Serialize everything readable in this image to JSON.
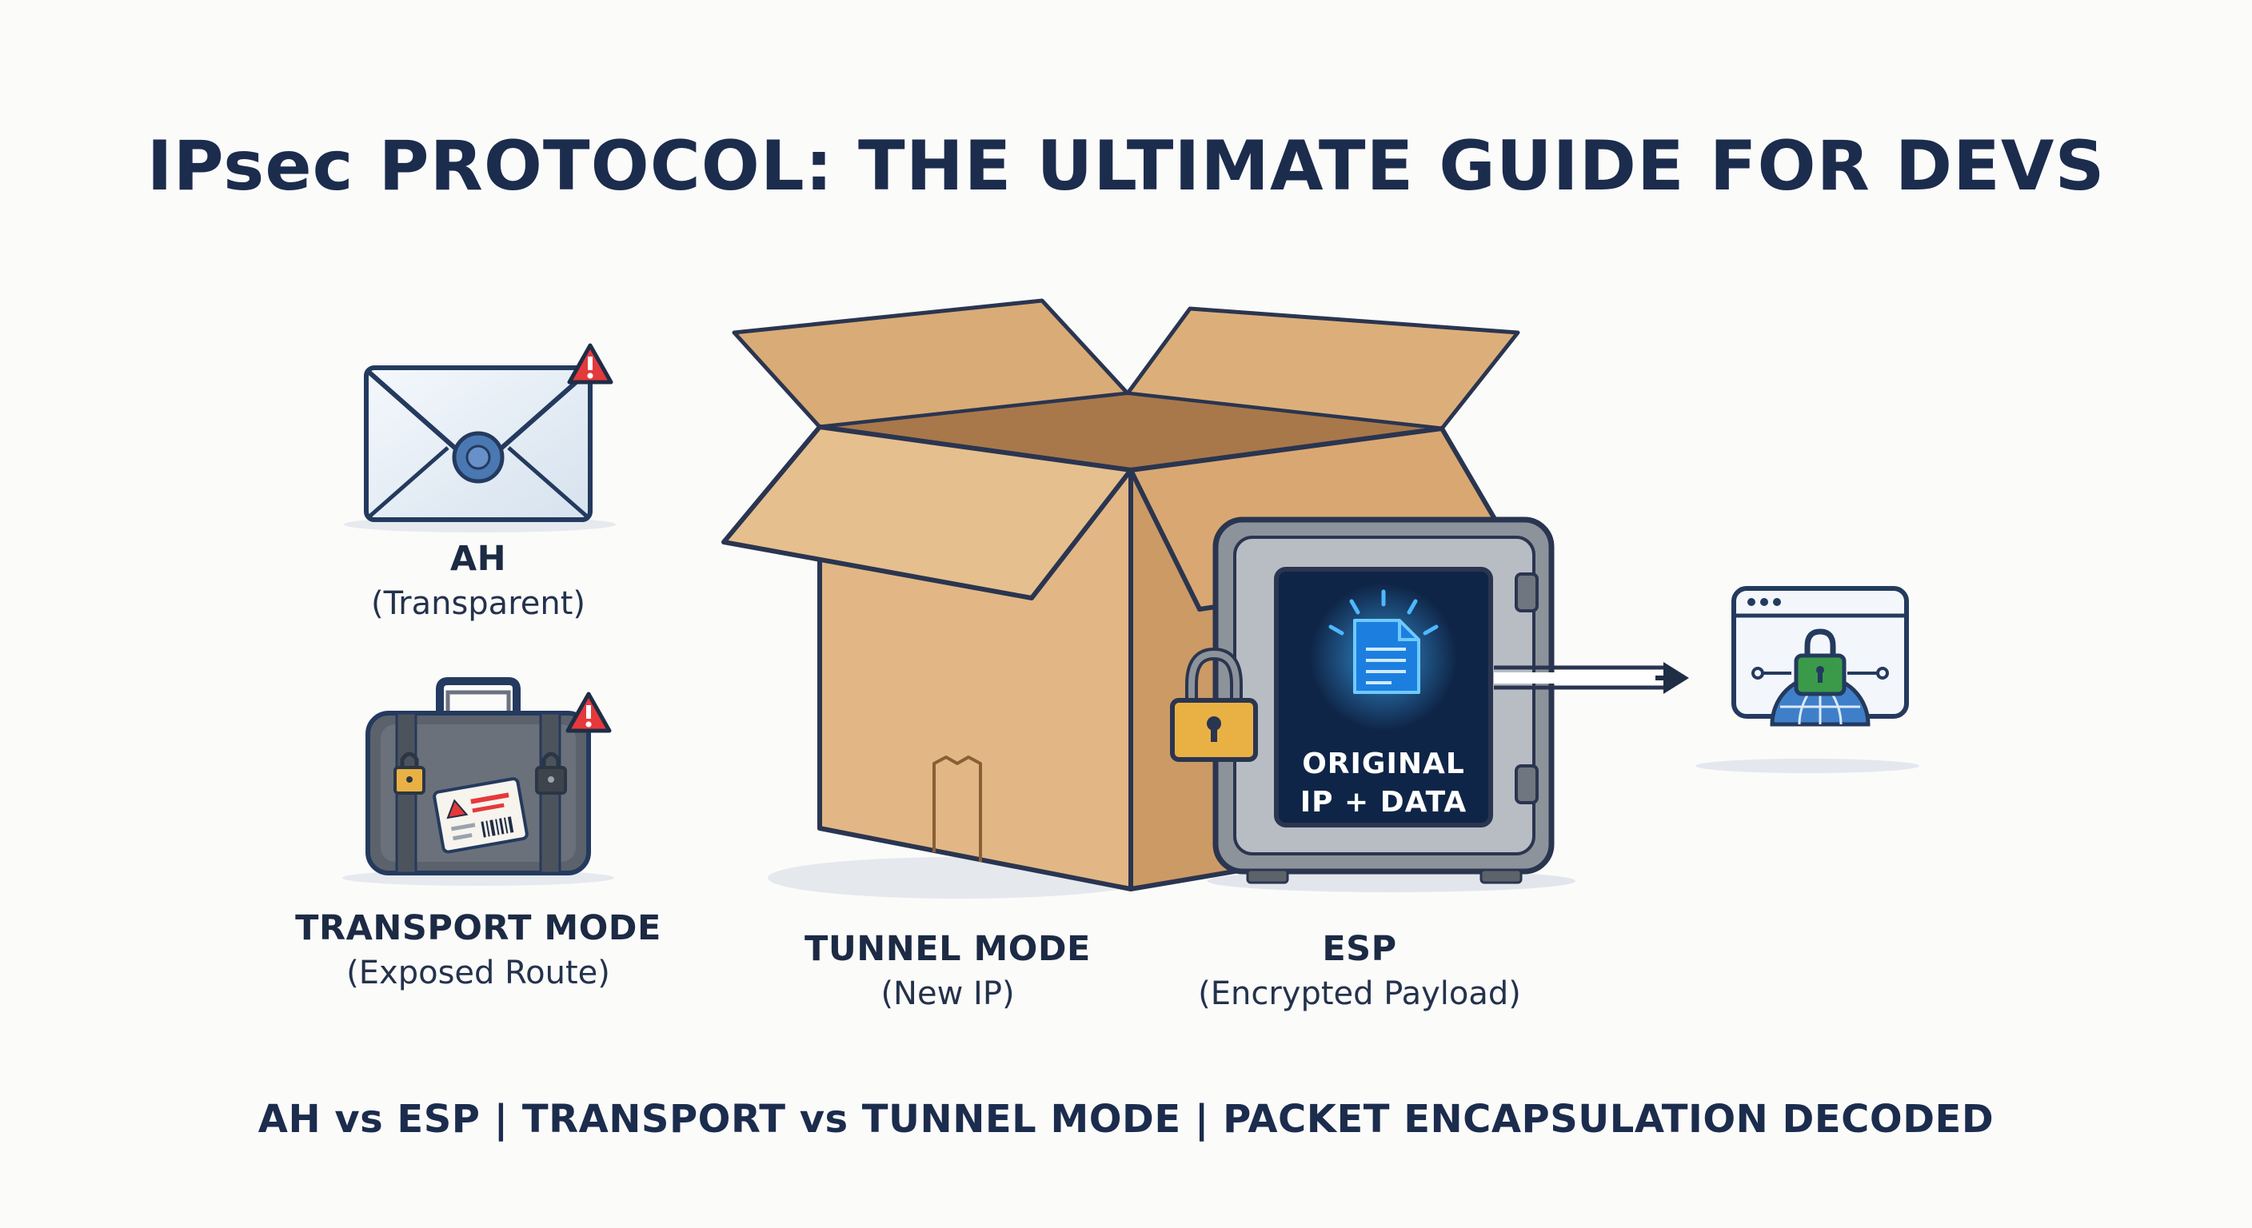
{
  "title": "IPsec PROTOCOL: THE ULTIMATE GUIDE FOR DEVS",
  "subtitle": "AH vs ESP | TRANSPORT vs TUNNEL MODE | PACKET ENCAPSULATION DECODED",
  "items": {
    "ah": {
      "title": "AH",
      "sub": "(Transparent)",
      "icon": "envelope-icon"
    },
    "transport": {
      "title": "TRANSPORT MODE",
      "sub": "(Exposed Route)",
      "icon": "suitcase-icon"
    },
    "tunnel": {
      "title": "TUNNEL MODE",
      "sub": "(New IP)",
      "icon": "cardboard-box-icon"
    },
    "esp": {
      "title": "ESP",
      "sub": "(Encrypted Payload)",
      "icon": "vault-icon"
    }
  },
  "vault": {
    "line1": "ORIGINAL",
    "line2": "IP + DATA"
  },
  "colors": {
    "navy": "#1b2c4d",
    "box": "#e2b785",
    "warning": "#e5393b",
    "lock": "#e9b144",
    "vault_screen": "#0f2547",
    "glow": "#2fa3ff",
    "secure_green": "#3a9a4a"
  }
}
